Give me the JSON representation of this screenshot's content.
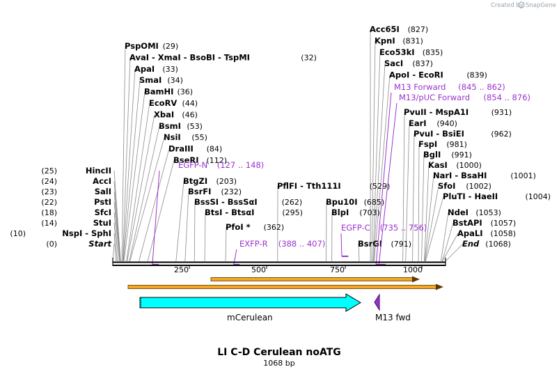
{
  "credit": {
    "prefix": "Created by",
    "brand": "SnapGene"
  },
  "map": {
    "title": "LI C-D Cerulean noATG",
    "length_label": "1068 bp"
  },
  "ruler": {
    "ticks": [
      "250",
      "500",
      "750",
      "1000"
    ]
  },
  "features": {
    "mcerulean": "mCerulean",
    "m13fwd": "M13 fwd"
  },
  "left_sites": [
    {
      "name": "HincII",
      "pos": "(25)"
    },
    {
      "name": "AccI",
      "pos": "(24)"
    },
    {
      "name": "SalI",
      "pos": "(23)"
    },
    {
      "name": "PstI",
      "pos": "(22)"
    },
    {
      "name": "SfcI",
      "pos": "(18)"
    },
    {
      "name": "StuI",
      "pos": "(14)"
    },
    {
      "name": "NspI  -  SphI",
      "pos": "(10)"
    },
    {
      "name": "Start",
      "pos": "(0)"
    }
  ],
  "top_left_sites": [
    {
      "name": "PspOMI",
      "pos": "(29)"
    },
    {
      "name": "AvaI  -  XmaI  -  BsoBI  -  TspMI",
      "pos": "(32)"
    },
    {
      "name": "ApaI",
      "pos": "(33)"
    },
    {
      "name": "SmaI",
      "pos": "(34)"
    },
    {
      "name": "BamHI",
      "pos": "(36)"
    },
    {
      "name": "EcoRV",
      "pos": "(44)"
    },
    {
      "name": "XbaI",
      "pos": "(46)"
    },
    {
      "name": "BsmI",
      "pos": "(53)"
    },
    {
      "name": "NsiI",
      "pos": "(55)"
    },
    {
      "name": "DraIII",
      "pos": "(84)"
    },
    {
      "name": "BseRI",
      "pos": "(112)"
    }
  ],
  "mid_sites": [
    {
      "name": "BtgZI",
      "pos": "(203)"
    },
    {
      "name": "BsrFI",
      "pos": "(232)"
    },
    {
      "name": "BssSI  -  BssSαI",
      "pos": "(262)"
    },
    {
      "name": "BtsI  -  BtsαI",
      "pos": "(295)"
    },
    {
      "name": "PfoI *",
      "pos": "(362)"
    },
    {
      "name": "PflFI  -  Tth111I",
      "pos": "(529)"
    },
    {
      "name": "Bpu10I",
      "pos": "(685)"
    },
    {
      "name": "BlpI",
      "pos": "(703)"
    },
    {
      "name": "BsrGI",
      "pos": "(791)"
    }
  ],
  "top_right_sites": [
    {
      "name": "Acc65I",
      "pos": "(827)"
    },
    {
      "name": "KpnI",
      "pos": "(831)"
    },
    {
      "name": "Eco53kI",
      "pos": "(835)"
    },
    {
      "name": "SacI",
      "pos": "(837)"
    },
    {
      "name": "ApoI  -  EcoRI",
      "pos": "(839)"
    }
  ],
  "right_sites": [
    {
      "name": "PvuII  -  MspA1I",
      "pos": "(931)"
    },
    {
      "name": "EarI",
      "pos": "(940)"
    },
    {
      "name": "PvuI  -  BsiEI",
      "pos": "(962)"
    },
    {
      "name": "FspI",
      "pos": "(981)"
    },
    {
      "name": "BglI",
      "pos": "(991)"
    },
    {
      "name": "KasI",
      "pos": "(1000)"
    },
    {
      "name": "NarI  -  BsaHI",
      "pos": "(1001)"
    },
    {
      "name": "SfoI",
      "pos": "(1002)"
    },
    {
      "name": "PluTI  -  HaeII",
      "pos": "(1004)"
    },
    {
      "name": "NdeI",
      "pos": "(1053)"
    },
    {
      "name": "BstAPI",
      "pos": "(1057)"
    },
    {
      "name": "ApaLI",
      "pos": "(1058)"
    },
    {
      "name": "End",
      "pos": "(1068)"
    }
  ],
  "primers": [
    {
      "name": "EGFP-N",
      "range": "(127 .. 148)"
    },
    {
      "name": "EXFP-R",
      "range": "(388 .. 407)"
    },
    {
      "name": "EGFP-C",
      "range": "(735 .. 756)"
    },
    {
      "name": "M13 Forward",
      "range": "(845 .. 862)"
    },
    {
      "name": "M13/pUC Forward",
      "range": "(854 .. 876)"
    }
  ],
  "colors": {
    "primer": "#9933cc",
    "cds_fill": "#00ffff",
    "orf_fill": "#f5a623",
    "m13_fill": "#9933cc",
    "line": "#888888"
  }
}
